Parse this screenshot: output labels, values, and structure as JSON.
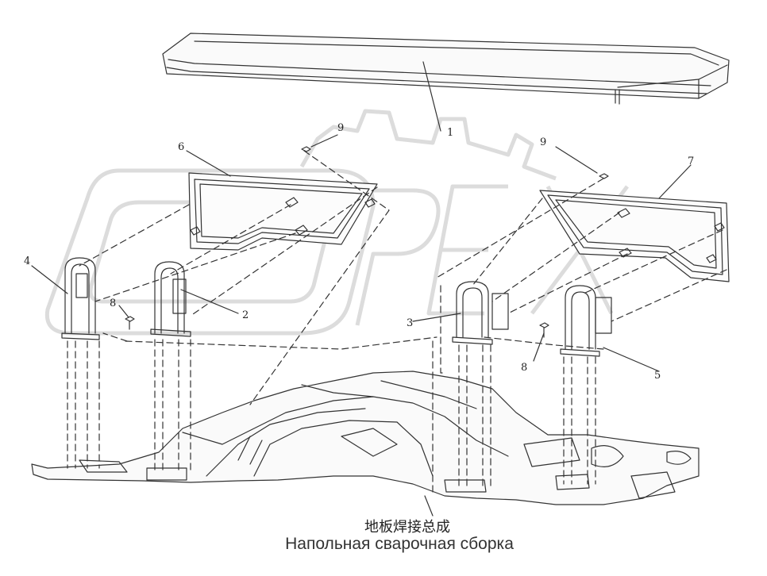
{
  "watermark": {
    "text": "OPEX",
    "color": "#dcdcdc"
  },
  "callouts": [
    "1",
    "2",
    "3",
    "4",
    "5",
    "6",
    "7",
    "8",
    "8",
    "9",
    "9"
  ],
  "caption": {
    "chinese": "地板焊接总成",
    "russian": "Напольная сварочная сборка"
  },
  "colors": {
    "line": "#333333",
    "watermark": "#dcdcdc"
  }
}
